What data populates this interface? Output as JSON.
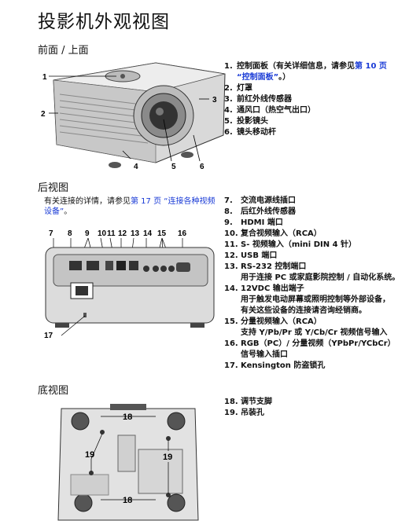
{
  "page_title": "投影机外观视图",
  "front": {
    "heading": "前面 / 上面",
    "items": [
      {
        "num": "1.",
        "text": "控制面板（有关详细信息，请参见",
        "link": "第 10 页",
        "cont": "“控制面板”",
        "tail": "。）"
      },
      {
        "num": "2.",
        "text": "灯罩"
      },
      {
        "num": "3.",
        "text": "前红外线传感器"
      },
      {
        "num": "4.",
        "text": "通风口（热空气出口）"
      },
      {
        "num": "5.",
        "text": "投影镜头"
      },
      {
        "num": "6.",
        "text": "镜头移动杆"
      }
    ],
    "callouts": [
      "1",
      "2",
      "3",
      "4",
      "5",
      "6"
    ]
  },
  "rear": {
    "heading": "后视图",
    "note_prefix": "有关连接的详情，请参见",
    "note_link": "第 17 页 “连接各种视频设备”",
    "note_suffix": "。",
    "items": [
      {
        "num": "7.",
        "text": "交流电源线插口"
      },
      {
        "num": "8.",
        "text": "后红外线传感器"
      },
      {
        "num": "9.",
        "text": "HDMI 端口"
      },
      {
        "num": "10.",
        "text": "复合视频输入（RCA）"
      },
      {
        "num": "11.",
        "text": "S- 视频输入（mini DIN 4 针）"
      },
      {
        "num": "12.",
        "text": "USB 端口"
      },
      {
        "num": "13.",
        "text": "RS-232 控制端口"
      },
      {
        "sub": "用于连接 PC 或家庭影院控制 / 自动化系统。"
      },
      {
        "num": "14.",
        "text": "12VDC 输出端子"
      },
      {
        "sub": "用于触发电动屏幕或照明控制等外部设备，"
      },
      {
        "sub": "有关这些设备的连接请咨询经销商。"
      },
      {
        "num": "15.",
        "text": "分量视频输入（RCA）"
      },
      {
        "sub": "支持 Y/Pb/Pr 或 Y/Cb/Cr 视频信号输入"
      },
      {
        "num": "16.",
        "text": "RGB（PC）/ 分量视频（YPbPr/YCbCr）"
      },
      {
        "sub": "信号输入插口"
      },
      {
        "num": "17.",
        "text": "Kensington 防盗锁孔"
      }
    ],
    "callouts_top": [
      "7",
      "8",
      "9",
      "10",
      "11",
      "12",
      "13",
      "14",
      "15",
      "16"
    ],
    "callout_bottom": "17"
  },
  "bottom": {
    "heading": "底视图",
    "items": [
      {
        "num": "18.",
        "text": "调节支脚"
      },
      {
        "num": "19.",
        "text": "吊装孔"
      }
    ],
    "callouts": [
      "18",
      "18",
      "19",
      "19"
    ]
  }
}
